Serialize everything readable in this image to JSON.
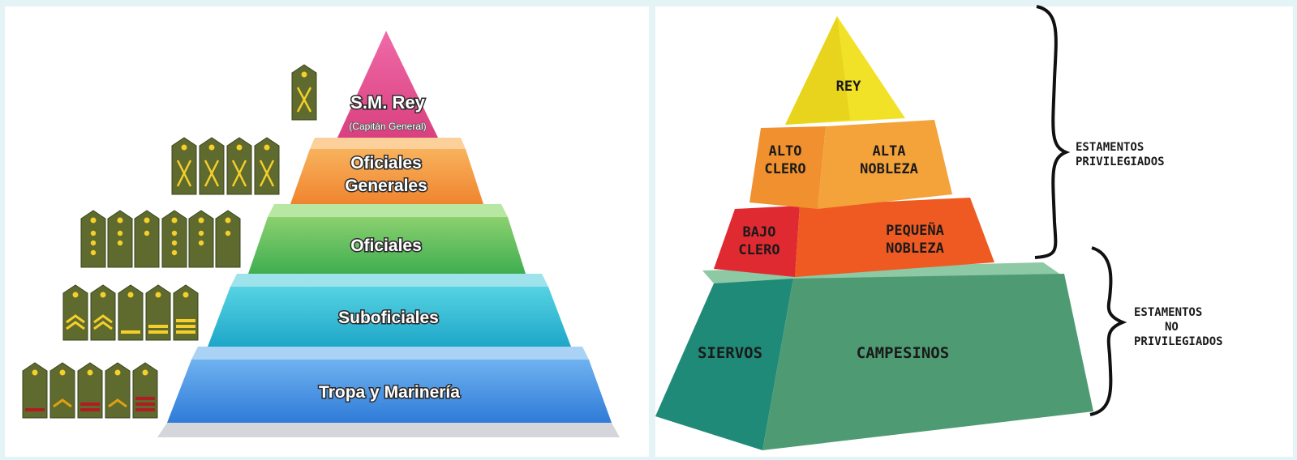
{
  "military": {
    "levels": [
      {
        "name": "S.M. Rey",
        "note": "(Capitán General)"
      },
      {
        "name_line1": "Oficiales",
        "name_line2": "Generales"
      },
      {
        "name": "Oficiales"
      },
      {
        "name": "Suboficiales"
      },
      {
        "name": "Tropa y Marinería"
      }
    ],
    "colors": {
      "rey": "#e0478f",
      "generales": "#f3913b",
      "oficiales": "#63c25a",
      "suboficiales": "#2cb9d3",
      "tropa": "#3f8ee4",
      "insignia": "#5e6a2e",
      "star": "#f5cf2a"
    }
  },
  "feudal": {
    "tiers": [
      {
        "name": "REY"
      },
      {
        "left": [
          "ALTO",
          "CLERO"
        ],
        "right": [
          "ALTA",
          "NOBLEZA"
        ]
      },
      {
        "left": [
          "BAJO",
          "CLERO"
        ],
        "right": [
          "PEQUEÑA",
          "NOBLEZA"
        ]
      },
      {
        "left": [
          "SIERVOS"
        ],
        "right": [
          "CAMPESINOS"
        ]
      }
    ],
    "groups": [
      {
        "lines": [
          "ESTAMENTOS",
          "PRIVILEGIADOS"
        ]
      },
      {
        "lines": [
          "ESTAMENTOS",
          "NO",
          "PRIVILEGIADOS"
        ]
      }
    ],
    "colors": {
      "rey": "#f2e227",
      "high": "#f4a23a",
      "low": "#ef5a23",
      "low_left": "#e02a32",
      "base": "#4e9b73",
      "base_left": "#1f8a78"
    }
  }
}
